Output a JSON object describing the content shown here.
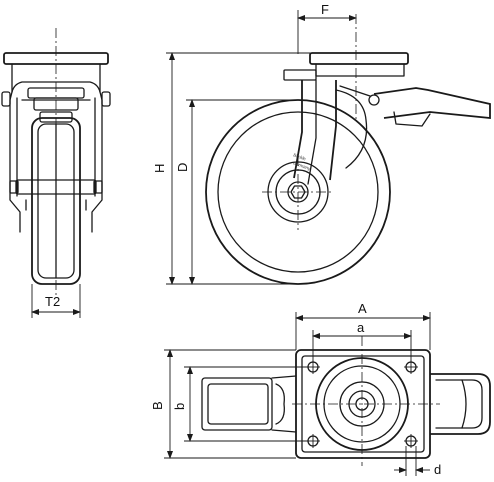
{
  "dimensions": {
    "F": "F",
    "H": "H",
    "D": "D",
    "T2": "T2",
    "A": "A",
    "a": "a",
    "B": "B",
    "b": "b",
    "d": "d"
  },
  "stamp": {
    "line1": "Blickle",
    "line2": "Germany"
  }
}
